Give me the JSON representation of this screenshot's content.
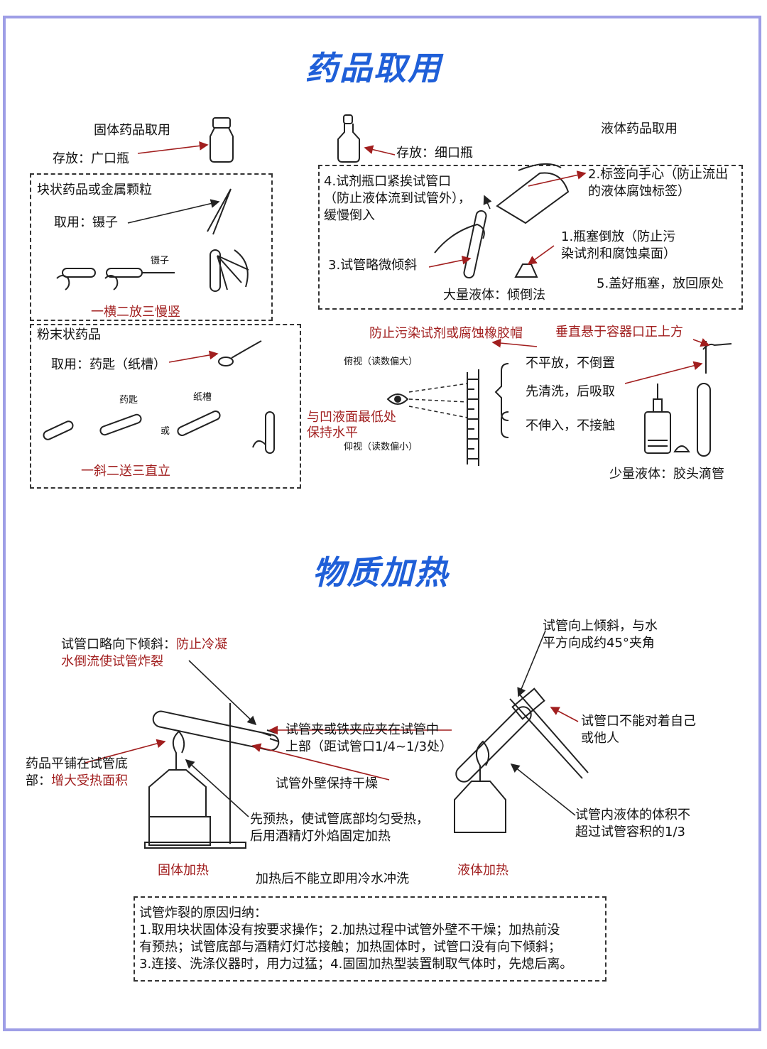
{
  "colors": {
    "frame": "#9e9ee6",
    "title": "#1f5fd8",
    "accent_red": "#a11e1e"
  },
  "section1": {
    "title": "药品取用",
    "solid": {
      "heading": "固体药品取用",
      "storage": "存放：广口瓶",
      "block": {
        "heading": "块状药品或金属颗粒",
        "tool": "取用：镊子",
        "tweezers_label": "镊子",
        "mnemonic": "一横二放三慢竖"
      },
      "powder": {
        "heading": "粉末状药品",
        "tool": "取用：药匙（纸槽）",
        "spoon_label": "药匙",
        "paper_label": "纸槽",
        "or_label": "或",
        "mnemonic": "一斜二送三直立"
      }
    },
    "liquid": {
      "heading": "液体药品取用",
      "storage": "存放：细口瓶",
      "pour": {
        "step4_line1": "4.试剂瓶口紧挨试管口",
        "step4_line2": "（防止液体流到试管外），",
        "step4_line3": "缓慢倒入",
        "step2_line1": "2.标签向手心（防止流出",
        "step2_line2": "的液体腐蚀标签）",
        "step1_line1": "1.瓶塞倒放（防止污",
        "step1_line2": "染试剂和腐蚀桌面）",
        "step3": "3.试管略微倾斜",
        "step5": "5.盖好瓶塞，放回原处",
        "method": "大量液体：倾倒法"
      },
      "dropper": {
        "warn": "防止污染试剂或腐蚀橡胶帽",
        "vertical": "垂直悬于容器口正上方",
        "look_down": "俯视（读数偏大）",
        "look_up": "仰视（读数偏小）",
        "level_line1": "与凹液面最低处",
        "level_line2": "保持水平",
        "rule1": "不平放，不倒置",
        "rule2": "先清洗，后吸取",
        "rule3": "不伸入，不接触",
        "method": "少量液体：胶头滴管"
      }
    }
  },
  "section2": {
    "title": "物质加热",
    "tilt_down_black": "试管口略向下倾斜：",
    "tilt_down_red1": "防止冷凝",
    "tilt_down_red2": "水倒流使试管炸裂",
    "spread_black1": "药品平铺在试管底",
    "spread_black2": "部：",
    "spread_red": "增大受热面积",
    "clamp_line1": "试管夹或铁夹应夹在试管中",
    "clamp_line2": "上部（距试管口1/4~1/3处）",
    "dry": "试管外壁保持干燥",
    "preheat_line1": "先预热，使试管底部均匀受热，",
    "preheat_line2": "后用酒精灯外焰固定加热",
    "solid_label": "固体加热",
    "no_cold_water": "加热后不能立即用冷水冲洗",
    "liquid_label": "液体加热",
    "tilt_up_line1": "试管向上倾斜，与水",
    "tilt_up_line2": "平方向成约45°夹角",
    "not_face_line1": "试管口不能对着自己",
    "not_face_line2": "或他人",
    "volume_line1": "试管内液体的体积不",
    "volume_line2": "超过试管容积的1/3",
    "summary": {
      "heading": "试管炸裂的原因归纳：",
      "line1": "1.取用块状固体没有按要求操作；2.加热过程中试管外壁不干燥；加热前没",
      "line2": "有预热；试管底部与酒精灯灯芯接触；加热固体时，试管口没有向下倾斜；",
      "line3": "3.连接、洗涤仪器时，用力过猛；4.固固加热型装置制取气体时，先熄后离。"
    }
  }
}
